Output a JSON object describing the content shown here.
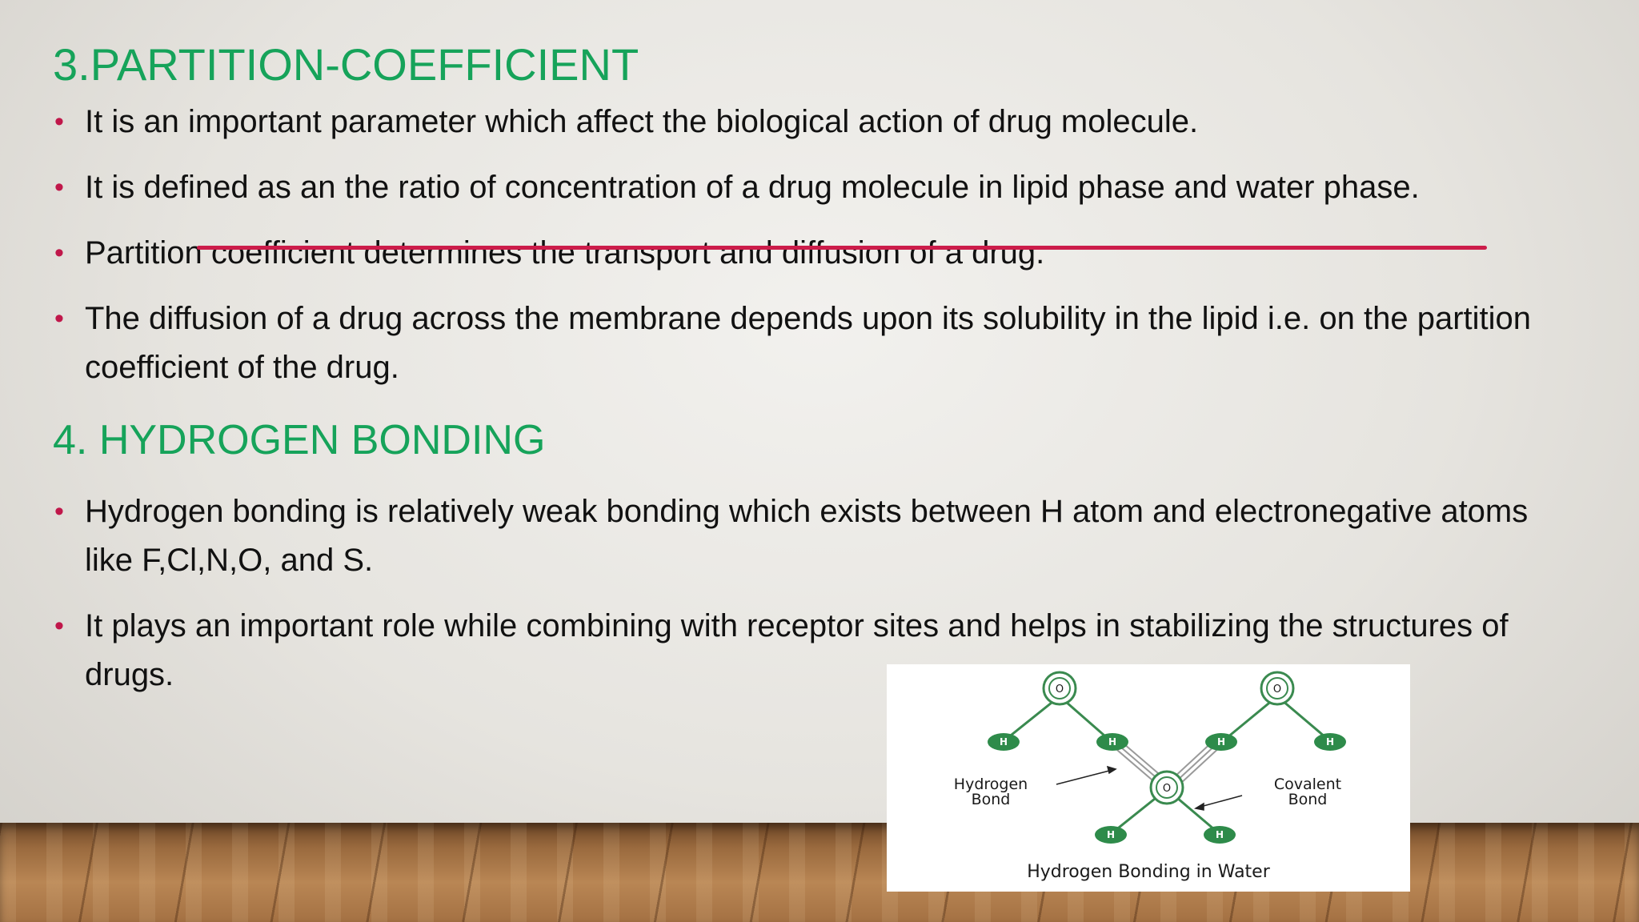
{
  "section1": {
    "title": "3.PARTITION-COEFFICIENT",
    "bullets": [
      "It is an important parameter which affect the biological action of drug molecule.",
      "It is defined as an the ratio of concentration of a drug molecule in lipid phase and water phase.",
      "Partition coefficient determines the transport and diffusion of a drug.",
      "The diffusion of a drug across the membrane depends upon its solubility in the lipid i.e. on the partition coefficient of the drug."
    ]
  },
  "section2": {
    "title": "4. HYDROGEN BONDING",
    "bullets": [
      "Hydrogen bonding is relatively weak bonding which exists between H atom and electronegative atoms like F,Cl,N,O, and S.",
      "It plays an important role while combining with receptor sites and helps in stabilizing the structures of drugs."
    ]
  },
  "figure": {
    "caption": "Hydrogen Bonding in Water",
    "oxygen_label": "O",
    "hydrogen_label": "H",
    "hbond_label_line1": "Hydrogen",
    "hbond_label_line2": "Bond",
    "covalent_label_line1": "Covalent",
    "covalent_label_line2": "Bond"
  },
  "colors": {
    "heading": "#16a35a",
    "bullet": "#c0174a",
    "annotation_line": "#cc1c4a",
    "hydrogen_atom": "#2e8b4a",
    "bond_line": "#3a8a4f"
  }
}
